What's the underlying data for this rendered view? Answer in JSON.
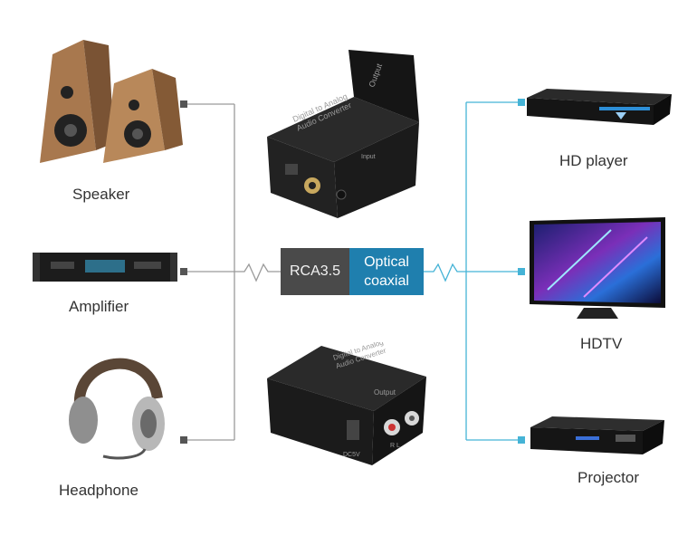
{
  "colors": {
    "left_wire": "#9a9a9a",
    "right_wire": "#45b3d6",
    "rca_box": "#4a4a4a",
    "optical_box": "#1f7fae",
    "device_dark": "#1c1c1c"
  },
  "left_devices": [
    {
      "label": "Speaker",
      "icon": "speaker-icon"
    },
    {
      "label": "Amplifier",
      "icon": "amplifier-icon"
    },
    {
      "label": "Headphone",
      "icon": "headphone-icon"
    }
  ],
  "right_devices": [
    {
      "label": "HD  player",
      "icon": "hd-player-icon"
    },
    {
      "label": "HDTV",
      "icon": "hdtv-icon"
    },
    {
      "label": "Projector",
      "icon": "projector-icon"
    }
  ],
  "center": {
    "left_box_label": "RCA3.5",
    "right_box_line1": "Optical",
    "right_box_line2": "coaxial"
  },
  "top_converter": {
    "face_text": "Digital  to  Analog\nAudio Converter",
    "top_text": "Output",
    "port_label": "Input"
  },
  "bottom_converter": {
    "top_text": "Digital to Analog\nAudio Converter",
    "face_text": "Output",
    "power_label": "DC5V",
    "rl_label": "R L"
  }
}
